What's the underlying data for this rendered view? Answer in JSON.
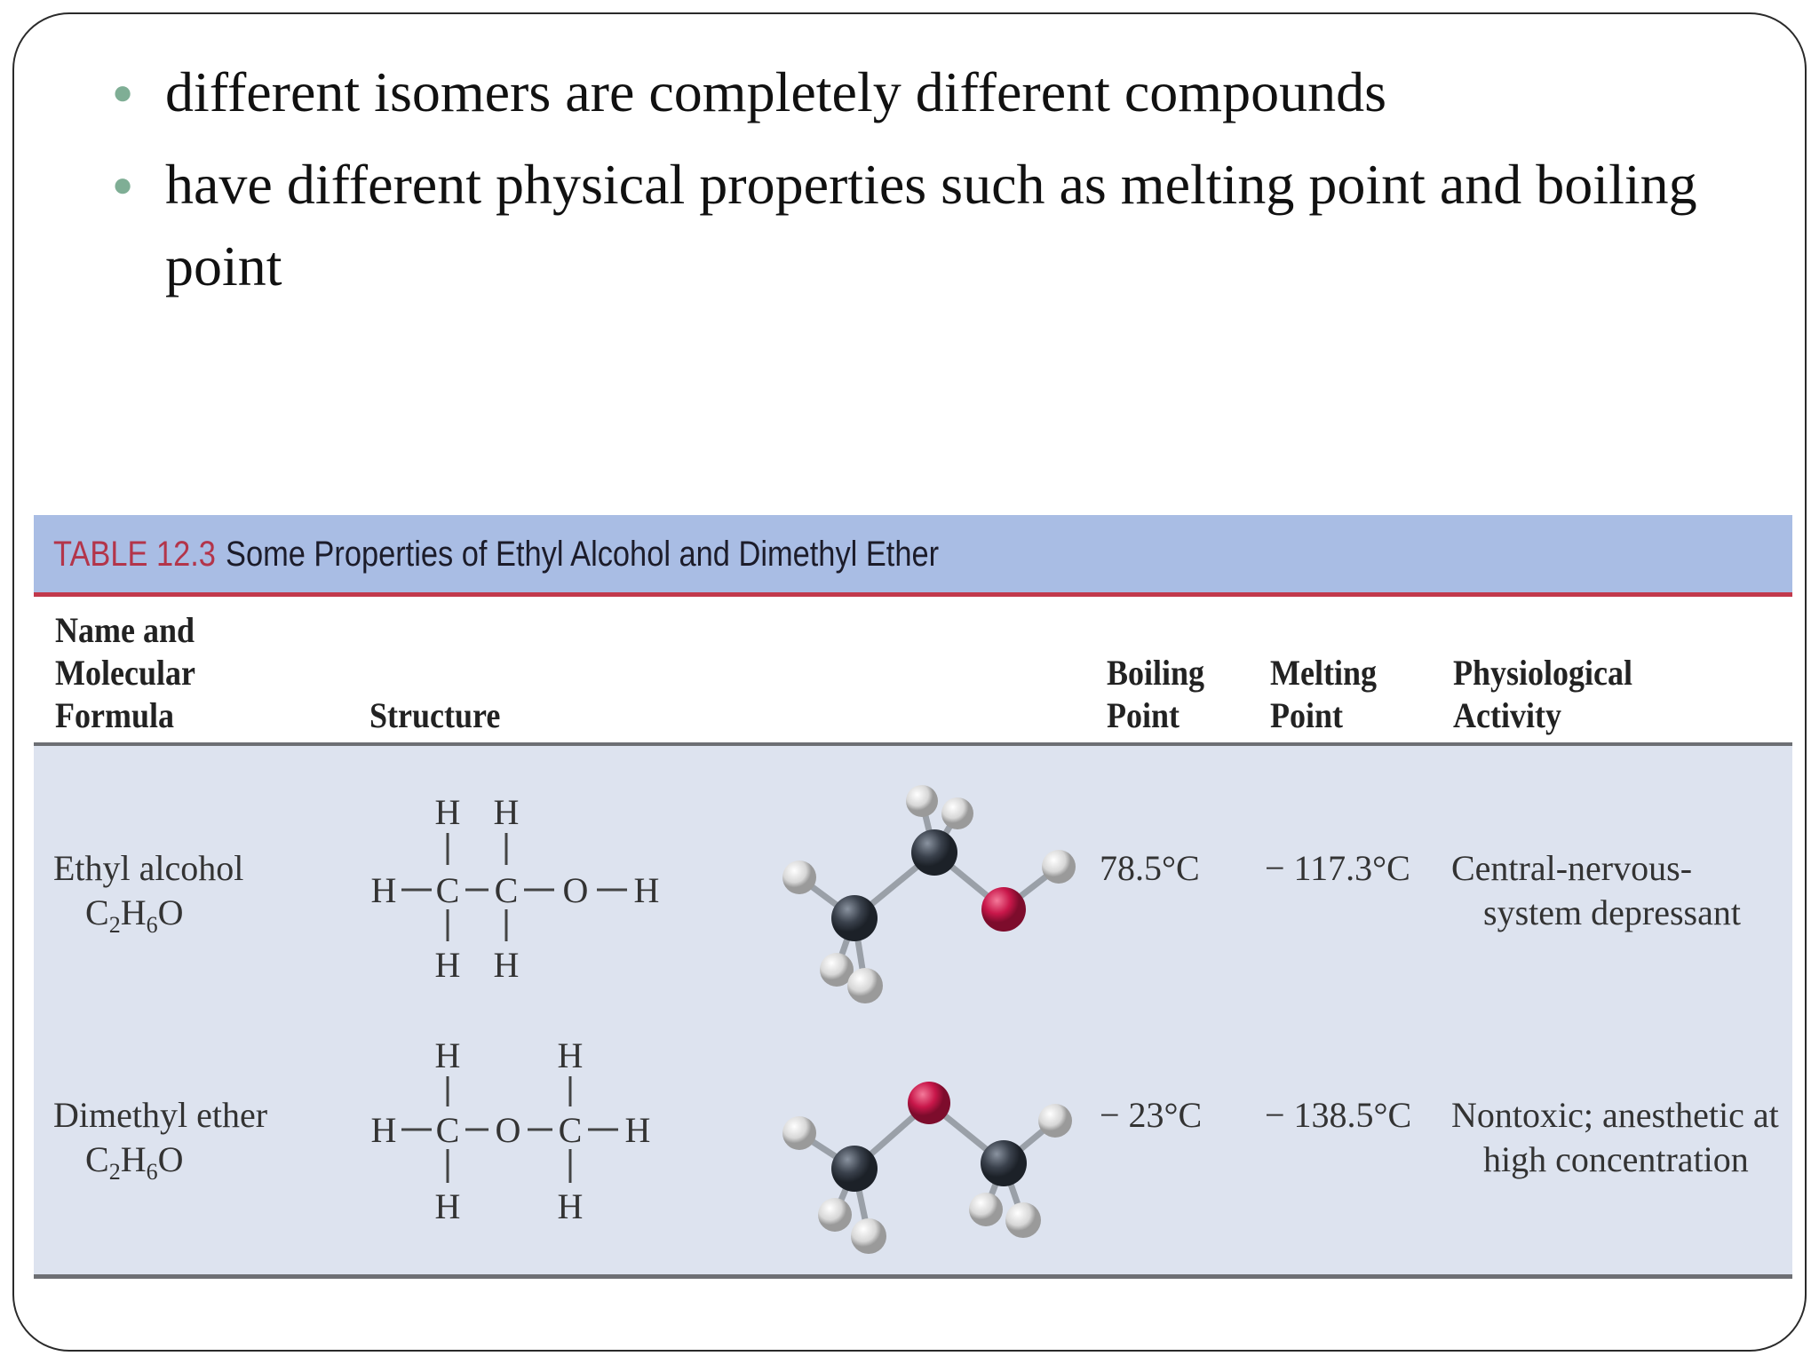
{
  "bullets": [
    "different isomers are completely different compounds",
    "have different physical properties such as melting point and boiling point"
  ],
  "table": {
    "number": "TABLE 12.3",
    "title": "Some Properties of Ethyl Alcohol and Dimethyl Ether",
    "headers": {
      "name": [
        "Name and",
        "Molecular",
        "Formula"
      ],
      "structure": "Structure",
      "boiling": [
        "Boiling",
        "Point"
      ],
      "melting": [
        "Melting",
        "Point"
      ],
      "activity": [
        "Physiological",
        "Activity"
      ]
    },
    "rows": [
      {
        "name": "Ethyl alcohol",
        "formula": "C2H6O",
        "boiling_point": "78.5°C",
        "melting_point": "− 117.3°C",
        "activity": [
          "Central-nervous-",
          "system depressant"
        ]
      },
      {
        "name": "Dimethyl ether",
        "formula": "C2H6O",
        "boiling_point": "− 23°C",
        "melting_point": "− 138.5°C",
        "activity": [
          "Nontoxic; anesthetic at",
          "high concentration"
        ]
      }
    ],
    "atoms": {
      "H": "H",
      "C": "C",
      "O": "O"
    },
    "colors": {
      "header_bar": "#a9bde4",
      "accent_rule": "#c2394c",
      "body_bg": "#dde3ef",
      "oxygen": "#c8174a",
      "carbon": "#333a44",
      "hydrogen": "#e6e6e6"
    }
  }
}
